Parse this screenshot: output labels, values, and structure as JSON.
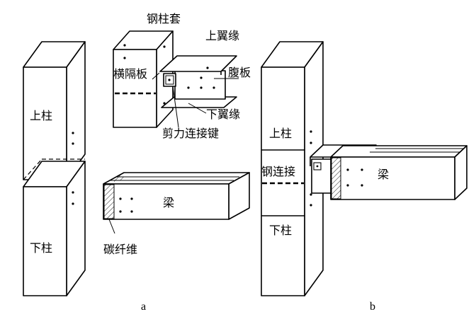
{
  "labels": {
    "steel_sleeve": "钢柱套",
    "top_flange": "上翼缘",
    "diaphragm": "横隔板",
    "web": "腹板",
    "bottom_flange": "下翼缘",
    "shear_key": "剪力连接键",
    "upper_column_a": "上柱",
    "lower_column_a": "下柱",
    "beam_a": "梁",
    "carbon_fiber": "碳纤维",
    "upper_column_b": "上柱",
    "steel_connection": "钢连接",
    "beam_b": "梁",
    "lower_column_b": "下柱"
  },
  "captions": {
    "a": "a",
    "b": "b"
  }
}
